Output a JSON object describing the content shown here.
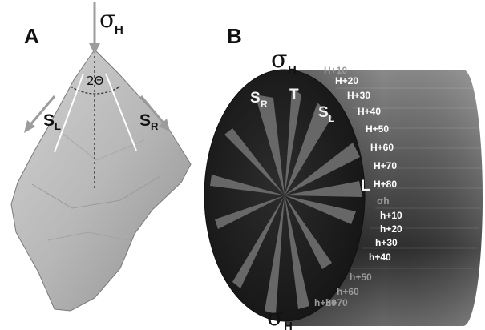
{
  "panelA": {
    "label": "A",
    "sigma_symbol": "σ",
    "sigma_sub": "H",
    "angle_label": "2Θ",
    "s_left": "S",
    "s_left_sub": "L",
    "s_right": "S",
    "s_right_sub": "R"
  },
  "panelB": {
    "label": "B",
    "sigma_top": "σ",
    "sigma_top_sub": "H",
    "sigma_bottom": "σ",
    "sigma_bottom_sub": "H",
    "rose_labels": {
      "sr": "S",
      "sr_sub": "R",
      "t": "T",
      "sl": "S",
      "sl_sub": "L",
      "l": "L"
    },
    "depth_labels": [
      {
        "text": "H+10",
        "dim": true
      },
      {
        "text": "H+20",
        "dim": false
      },
      {
        "text": "H+30",
        "dim": false
      },
      {
        "text": "H+40",
        "dim": false
      },
      {
        "text": "H+50",
        "dim": false
      },
      {
        "text": "H+60",
        "dim": false
      },
      {
        "text": "H+70",
        "dim": false
      },
      {
        "text": "H+80",
        "dim": false
      },
      {
        "text": "σh",
        "dim": true
      },
      {
        "text": "h+10",
        "dim": false
      },
      {
        "text": "h+20",
        "dim": false
      },
      {
        "text": "h+30",
        "dim": false
      },
      {
        "text": "h+40",
        "dim": false
      },
      {
        "text": "h+50",
        "dim": true
      },
      {
        "text": "h+60",
        "dim": true
      },
      {
        "text": "h+70",
        "dim": true
      },
      {
        "text": "h+80",
        "dim": true
      }
    ]
  },
  "colors": {
    "rock": "#b9b9b9",
    "cylinder_side": "#5a5a5a",
    "cylinder_face": "#262626",
    "rose_petal": "#6e6e6e",
    "arrow": "#9c9c9c"
  }
}
